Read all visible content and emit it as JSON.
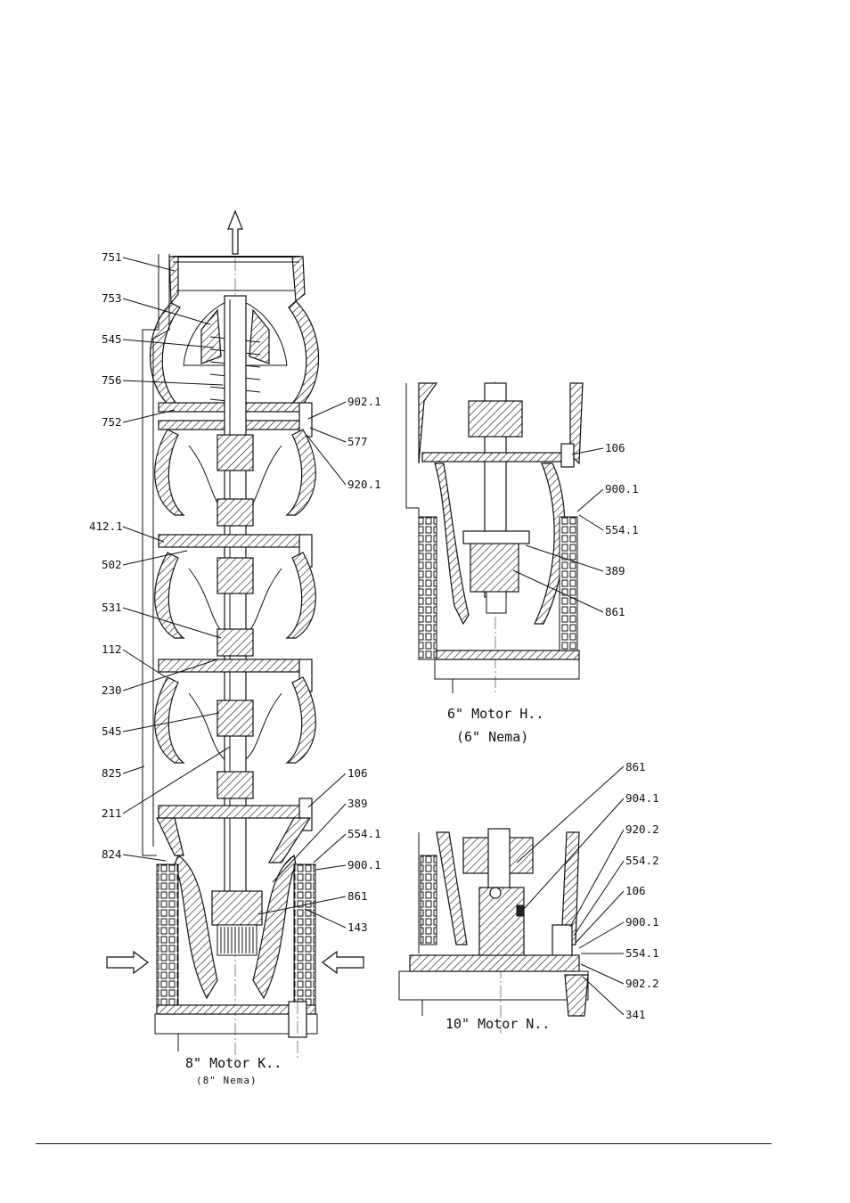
{
  "drawing": {
    "main_labels": [
      "751",
      "753",
      "545",
      "756",
      "752",
      "412.1",
      "502",
      "531",
      "112",
      "230",
      "545",
      "825",
      "211",
      "824"
    ],
    "right_labels_main": [
      "902.1",
      "577",
      "920.1",
      "106",
      "389",
      "554.1",
      "900.1",
      "861",
      "143"
    ],
    "detail_6in_labels": [
      "106",
      "900.1",
      "554.1",
      "389",
      "861"
    ],
    "detail_10in_labels": [
      "861",
      "904.1",
      "920.2",
      "554.2",
      "106",
      "900.1",
      "554.1",
      "902.2",
      "341"
    ],
    "captions": {
      "motor_8": "8\" Motor K..",
      "motor_8_sub": "(8\" Nema)",
      "motor_6": "6\" Motor H..",
      "motor_6_sub": "(6\" Nema)",
      "motor_10": "10\" Motor N.."
    }
  }
}
